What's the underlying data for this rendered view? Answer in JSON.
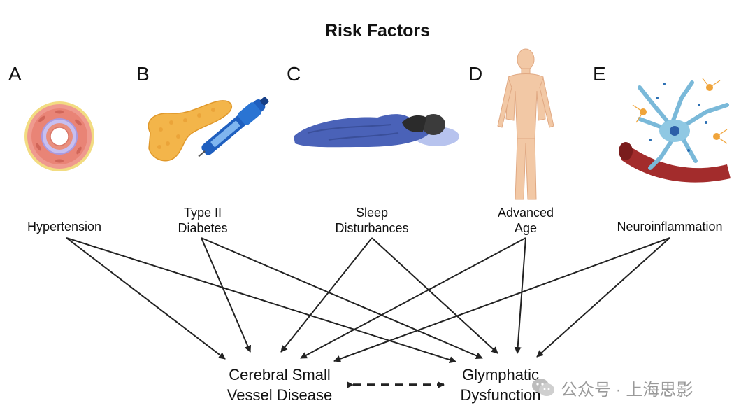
{
  "title": "Risk Factors",
  "panels": [
    {
      "letter": "A",
      "label_lines": [
        "Hypertension"
      ],
      "icon": "artery-cross-section-icon"
    },
    {
      "letter": "B",
      "label_lines": [
        "Type II",
        "Diabetes"
      ],
      "icon": "pancreas-insulin-pen-icon"
    },
    {
      "letter": "C",
      "label_lines": [
        "Sleep",
        "Disturbances"
      ],
      "icon": "sleeping-person-icon"
    },
    {
      "letter": "D",
      "label_lines": [
        "Advanced",
        "Age"
      ],
      "icon": "human-body-icon"
    },
    {
      "letter": "E",
      "label_lines": [
        "Neuroinflammation"
      ],
      "icon": "neuron-blood-vessel-icon"
    }
  ],
  "outcomes": {
    "csvd": [
      "Cerebral Small",
      "Vessel Disease"
    ],
    "glymphatic": [
      "Glymphatic",
      "Dysfunction"
    ]
  },
  "watermark": "公众号 · 上海思影",
  "colors": {
    "arrow": "#222222",
    "watermark": "#9a9a9a"
  }
}
